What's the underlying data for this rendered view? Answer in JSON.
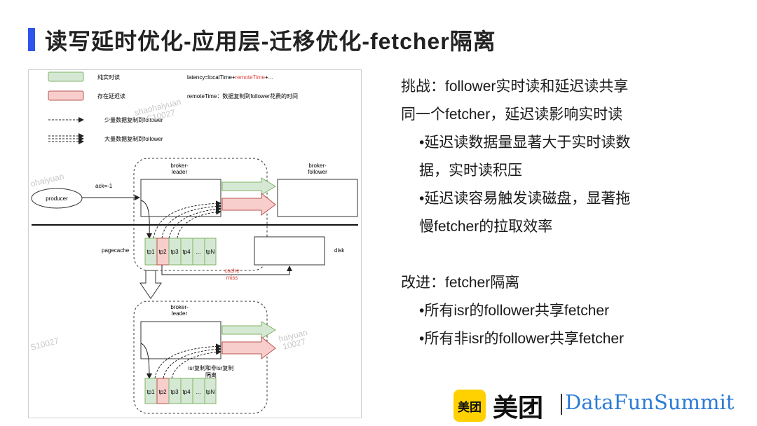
{
  "slide": {
    "title": "读写延时优化-应用层-迁移优化-fetcher隔离",
    "brand_color": "#2f54eb"
  },
  "diagram": {
    "legend": {
      "realtime_read": "纯实时读",
      "delayed_read": "存在延迟读",
      "small_copy": "少量数据复制到follower",
      "large_copy": "大量数据复制到follower",
      "latency_formula_prefix": "latency=localTime+",
      "latency_formula_red": "remoteTime",
      "latency_formula_suffix": "+...",
      "remote_time_desc": "remoteTime：数据复制到follower花费的时间"
    },
    "top": {
      "broker_leader": [
        "broker-",
        "leader"
      ],
      "broker_follower": [
        "broker-",
        "follower"
      ],
      "producer": "producer",
      "ack": "ack=-1",
      "pagecache": "pagecache",
      "disk": "disk",
      "cache_miss": [
        "cache",
        "miss"
      ],
      "partitions": [
        "tp1",
        "tp2",
        "tp3",
        "tp4",
        "...",
        "tpN"
      ]
    },
    "bottom": {
      "broker_leader": [
        "broker-",
        "leader"
      ],
      "isolation_note": [
        "isr复制和非isr复制",
        "隔离"
      ],
      "partitions": [
        "tp1",
        "tp2",
        "tp3",
        "tp4",
        "...",
        "tpN"
      ]
    },
    "watermarks": [
      "shaohaiyuan",
      "S10027",
      "ohaiyuan",
      "haiyuan",
      "10027",
      "S10027"
    ],
    "colors": {
      "green": "#d5e8d4",
      "green_stroke": "#82b366",
      "red": "#f8cecc",
      "red_stroke": "#b85450",
      "miss": "#e0403a"
    }
  },
  "content": {
    "lines": [
      {
        "text": "挑战：follower实时读和延迟读共享",
        "indent": false
      },
      {
        "text": "同一个fetcher，延迟读影响实时读",
        "indent": false
      },
      {
        "text": "•延迟读数据量显著大于实时读数",
        "indent": true
      },
      {
        "text": "据，实时读积压",
        "indent": true
      },
      {
        "text": "•延迟读容易触发读磁盘，显著拖",
        "indent": true
      },
      {
        "text": "慢fetcher的拉取效率",
        "indent": true
      },
      {
        "text": "",
        "indent": false
      },
      {
        "text": "改进：fetcher隔离",
        "indent": false
      },
      {
        "text": "•所有isr的follower共享fetcher",
        "indent": true
      },
      {
        "text": "•所有非isr的follower共享fetcher",
        "indent": true
      }
    ]
  },
  "footer": {
    "logo_badge": "美团",
    "logo_text": "美团",
    "summit": "DataFunSummit"
  }
}
